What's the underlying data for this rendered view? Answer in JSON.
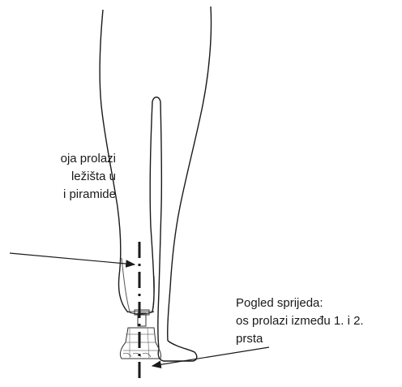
{
  "labels": {
    "left": {
      "line1": "oja prolazi",
      "line2": "ležišta u",
      "line3": "i piramide"
    },
    "right": {
      "line1": "Pogled sprijeda:",
      "line2": "os prolazi između 1. i 2.",
      "line3": "prsta"
    }
  },
  "colors": {
    "outline": "#1a1a1a",
    "text": "#1a1a1a",
    "background": "#ffffff"
  }
}
